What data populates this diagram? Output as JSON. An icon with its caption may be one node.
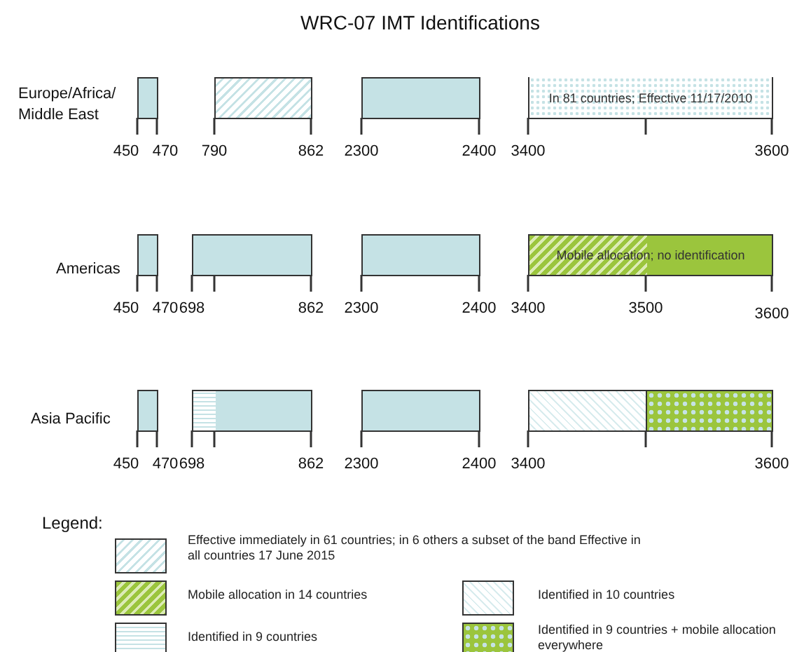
{
  "diagram": {
    "title": "WRC-07 IMT Identifications",
    "nodes": [
      {
        "text": [],
        "shape": "box"
      },
      {
        "text": [],
        "shape": "box"
      },
      {
        "text": [],
        "shape": "box"
      },
      {
        "text": [
          "In 81 countries; Effective 11/17/2010"
        ]
      },
      {
        "text": [],
        "shape": "box"
      },
      {
        "text": [],
        "shape": "box"
      },
      {
        "text": [],
        "shape": "box"
      },
      {
        "text": [
          "Mobile allocation; no identification"
        ]
      },
      {
        "text": [],
        "shape": "box"
      },
      {
        "text": [],
        "shape": "box"
      },
      {
        "text": [],
        "shape": "box"
      },
      {
        "text": [],
        "shape": "box"
      },
      {
        "text": [],
        "shape": "box"
      }
    ],
    "labels": [
      "Europe/Africa/ Middle East",
      "450",
      "470",
      "790",
      "862",
      "2300",
      "2400",
      "3400",
      "3600",
      "Americas",
      "450",
      "470",
      "698",
      "862",
      "2300",
      "2400",
      "3400",
      "3500",
      "3600",
      "Asia Pacific",
      "450",
      "470",
      "698",
      "862",
      "2300",
      "2400",
      "3400",
      "3600",
      "Legend:"
    ],
    "legend": [
      {
        "text": "Effective immediately in 61 countries; in 6 others a subset of the band Effective in all countries 17 June 2015"
      },
      {
        "text": "Mobile allocation in 14 countries"
      },
      {
        "text": "Identified in 10 countries"
      },
      {
        "text": "Identified in 9 countries"
      },
      {
        "text": "Identified in 9 countries + mobile allocation everywhere"
      }
    ]
  }
}
